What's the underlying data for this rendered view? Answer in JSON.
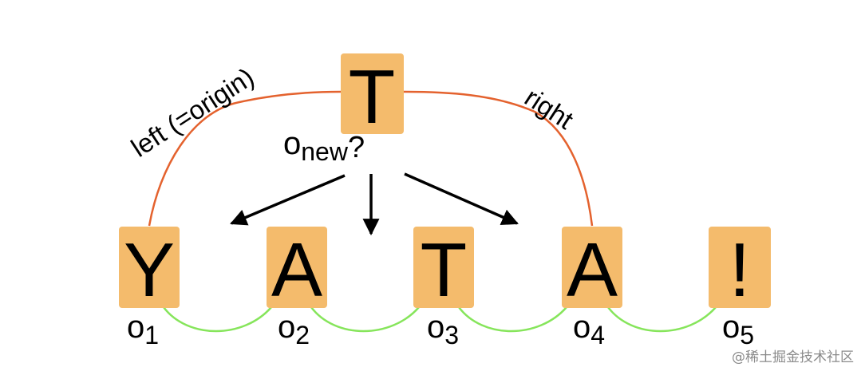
{
  "new_char": {
    "letter": "T",
    "var": "o",
    "sub": "new",
    "suffix": "?"
  },
  "edges": {
    "left": "left (=origin)",
    "right": "right"
  },
  "sequence": [
    {
      "letter": "Y",
      "var": "o",
      "sub": "1"
    },
    {
      "letter": "A",
      "var": "o",
      "sub": "2"
    },
    {
      "letter": "T",
      "var": "o",
      "sub": "3"
    },
    {
      "letter": "A",
      "var": "o",
      "sub": "4"
    },
    {
      "letter": "!",
      "var": "o",
      "sub": "5"
    }
  ],
  "watermark": "@稀土掘金技术社区",
  "colors": {
    "tile": "#f4bb6c",
    "origin_arc": "#e4622e",
    "link": "#86e55b",
    "arrow": "#000000"
  }
}
